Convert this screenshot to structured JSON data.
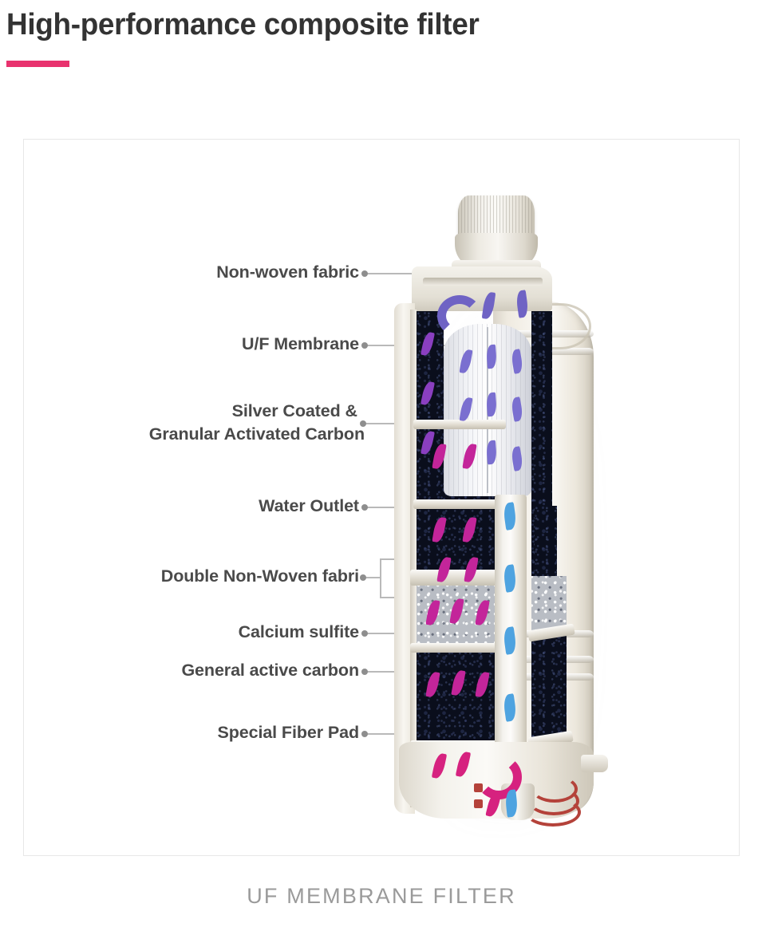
{
  "header": {
    "title": "High-performance composite filter",
    "accent_color": "#e8336e"
  },
  "figure": {
    "caption": "UF MEMBRANE FILTER",
    "caption_color": "#9a9a9a",
    "border_color": "#e7e7e7"
  },
  "diagram": {
    "subject": "uf-membrane-filter-cutaway",
    "callouts": [
      {
        "id": "non-woven-fabric",
        "label": "Non-woven fabric"
      },
      {
        "id": "uf-membrane",
        "label": "U/F Membrane"
      },
      {
        "id": "silver-carbon-line1",
        "label": "Silver Coated &"
      },
      {
        "id": "silver-carbon-line2",
        "label": "Granular Activated Carbon"
      },
      {
        "id": "water-outlet",
        "label": "Water Outlet"
      },
      {
        "id": "double-non-woven-fabric",
        "label": "Double Non-Woven fabri"
      },
      {
        "id": "calcium-sulfite",
        "label": "Calcium sulfite"
      },
      {
        "id": "general-active-carbon",
        "label": "General active carbon"
      },
      {
        "id": "special-fiber-pad",
        "label": "Special Fiber Pad"
      }
    ],
    "materials": {
      "housing": "#f7f4ee",
      "carbon_bed": "#0a0e1c",
      "calcium_sulfite": "#b9bdc4",
      "membrane_core": "#f3f4f7",
      "seal_ring": "#b4423a"
    },
    "flow_arrows": {
      "inlet_violet": "#6f63c4",
      "inlet_purple": "#8a3fc0",
      "inlet_magenta": "#c3259a",
      "inlet_pink": "#d6227f",
      "outlet_blue": "#4ea3e0"
    }
  }
}
